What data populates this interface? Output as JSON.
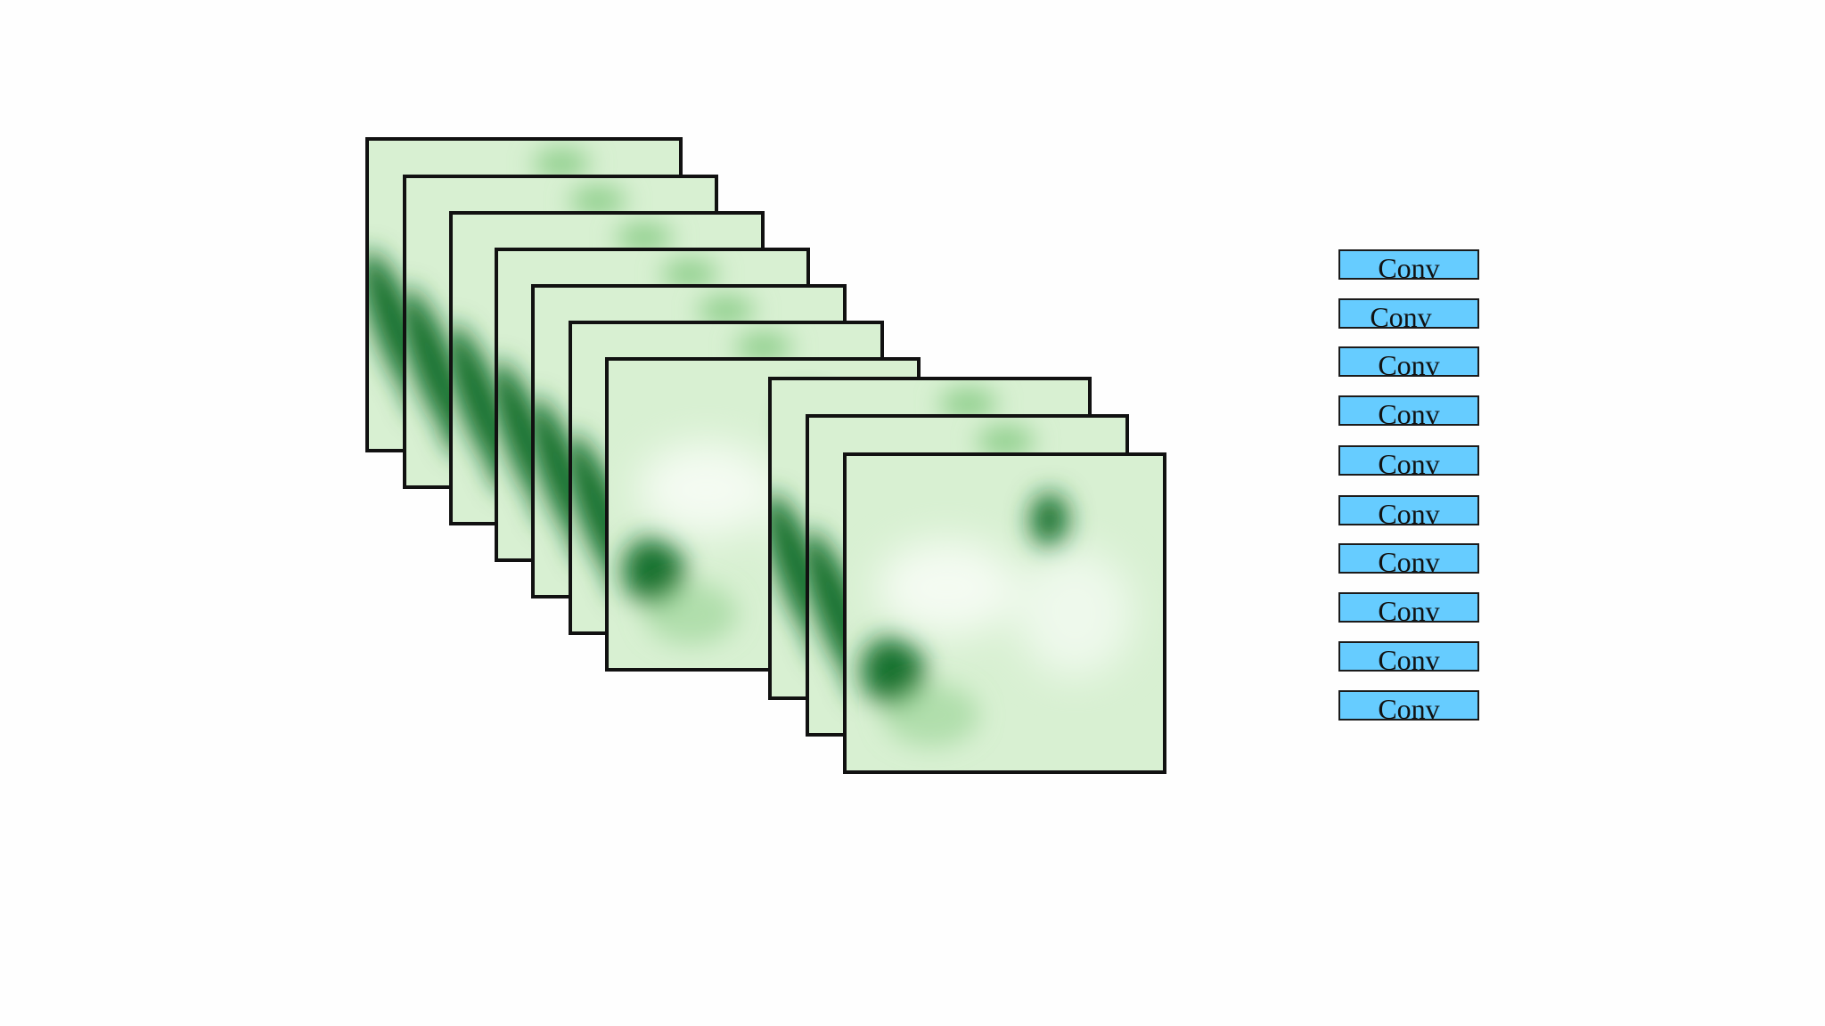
{
  "diagram": {
    "feature_maps": [
      {
        "kind": "type-a"
      },
      {
        "kind": "type-a"
      },
      {
        "kind": "type-a"
      },
      {
        "kind": "type-a"
      },
      {
        "kind": "type-a"
      },
      {
        "kind": "type-a"
      },
      {
        "kind": "type-b"
      },
      {
        "kind": "type-a"
      },
      {
        "kind": "type-a"
      },
      {
        "kind": "type-b"
      }
    ],
    "colors": {
      "map_base": "#d8f0d2",
      "map_light": "#f4fbf2",
      "map_mid": "#8fcf8c",
      "map_dark": "#15712f",
      "map_border": "#111111"
    }
  },
  "conv_layers": [
    {
      "label": "Conv"
    },
    {
      "label": "Conv"
    },
    {
      "label": "Conv"
    },
    {
      "label": "Conv"
    },
    {
      "label": "Conv"
    },
    {
      "label": "Conv"
    },
    {
      "label": "Conv"
    },
    {
      "label": "Conv"
    },
    {
      "label": "Conv"
    },
    {
      "label": "Conv"
    }
  ],
  "conv_style": {
    "fill": "#66ccff",
    "border": "#1b1b1b"
  }
}
